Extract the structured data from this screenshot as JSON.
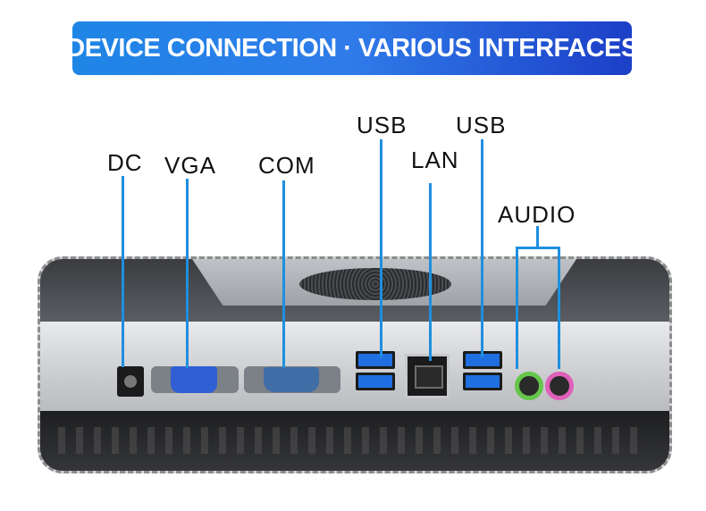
{
  "banner": {
    "title": "DEVICE CONNECTION · VARIOUS INTERFACES"
  },
  "ports": {
    "dc": "DC",
    "vga": "VGA",
    "com": "COM",
    "usb_left": "USB",
    "lan": "LAN",
    "usb_right": "USB",
    "audio": "AUDIO"
  },
  "colors": {
    "banner_start": "#1f86e6",
    "banner_end": "#1c3fc7",
    "leader_line": "#1e8fe0",
    "vga_port": "#2f5fd2",
    "usb_port": "#1f6fe0",
    "audio_out": "#65c64a",
    "audio_mic": "#df60b8"
  }
}
